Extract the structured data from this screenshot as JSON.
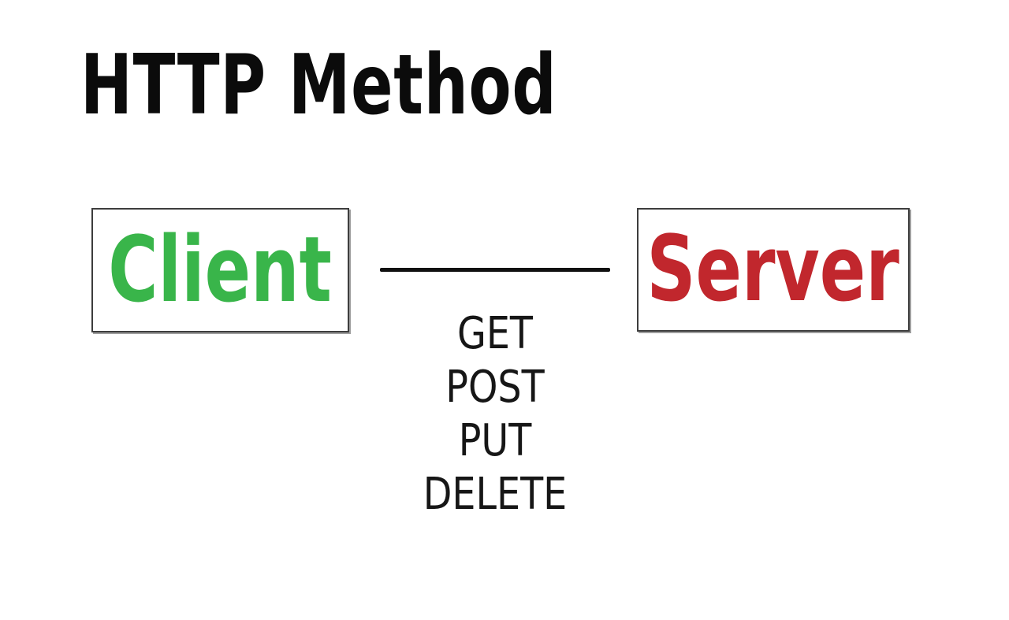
{
  "diagram": {
    "title": "HTTP Method",
    "client": {
      "label": "Client",
      "color": "#39B54A"
    },
    "server": {
      "label": "Server",
      "color": "#C1272D"
    },
    "connector": {
      "methods": [
        "GET",
        "POST",
        "PUT",
        "DELETE"
      ]
    },
    "colors": {
      "title_text": "#0b0b0b",
      "methods_text": "#161616",
      "box_border": "#3d3d3d",
      "background": "#ffffff",
      "line": "#101010"
    }
  }
}
